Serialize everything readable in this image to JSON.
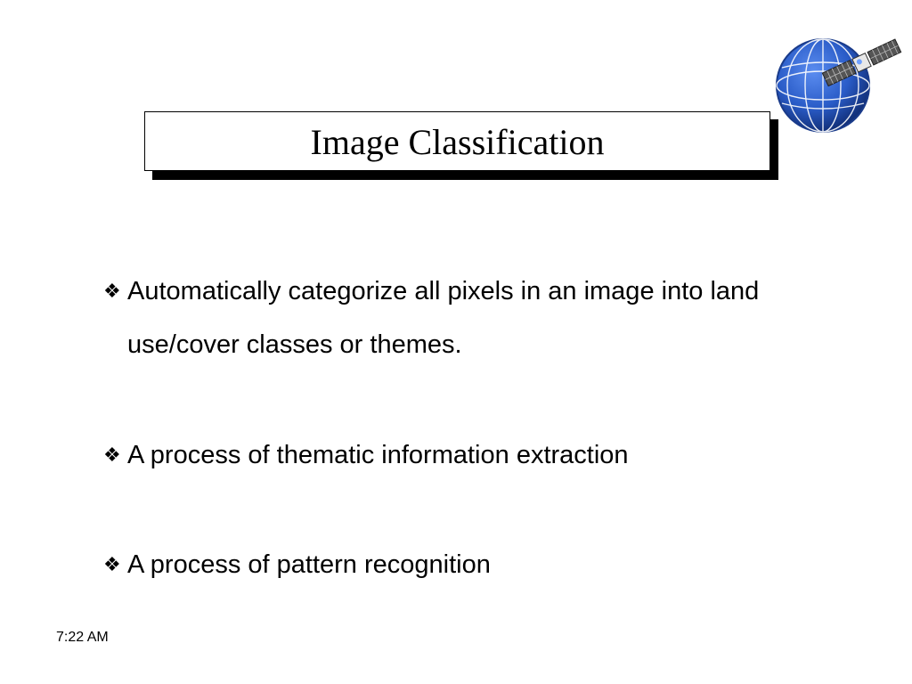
{
  "title": "Image Classification",
  "bullet_glyph": "❖",
  "bullets": [
    "Automatically categorize all pixels in an image into land use/cover classes or themes.",
    "A process of thematic information extraction",
    "A process of pattern recognition"
  ],
  "footer": {
    "time": "7:22 AM"
  },
  "logo": {
    "icon": "globe-satellite-icon",
    "globe_color": "#2a5cc8",
    "grid_color": "#ffffff"
  }
}
